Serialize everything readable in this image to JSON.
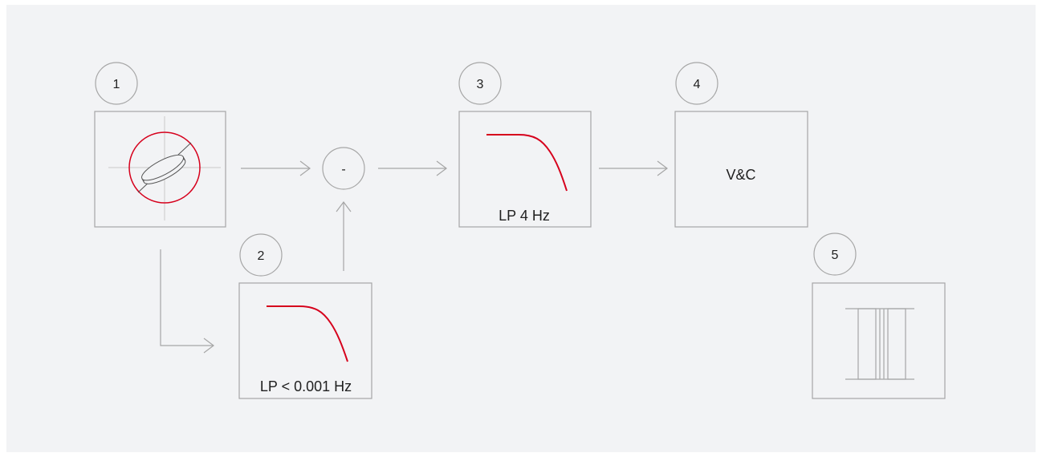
{
  "diagram": {
    "colors": {
      "background": "#f2f3f5",
      "line": "#a6a6a6",
      "accent": "#d6001c",
      "text": "#1f1f1f"
    },
    "badges": [
      "1",
      "2",
      "3",
      "4",
      "5"
    ],
    "blocks": {
      "sensor": {
        "icon": "gyroscope-icon"
      },
      "highpass_ref": {
        "label": "LP < 0.001 Hz",
        "icon": "lowpass-curve-icon"
      },
      "subtract": {
        "label": "-"
      },
      "lowpass": {
        "label": "LP 4 Hz",
        "icon": "lowpass-curve-icon"
      },
      "controller": {
        "label": "V&C"
      },
      "output": {
        "icon": "transformer-core-icon"
      }
    }
  }
}
